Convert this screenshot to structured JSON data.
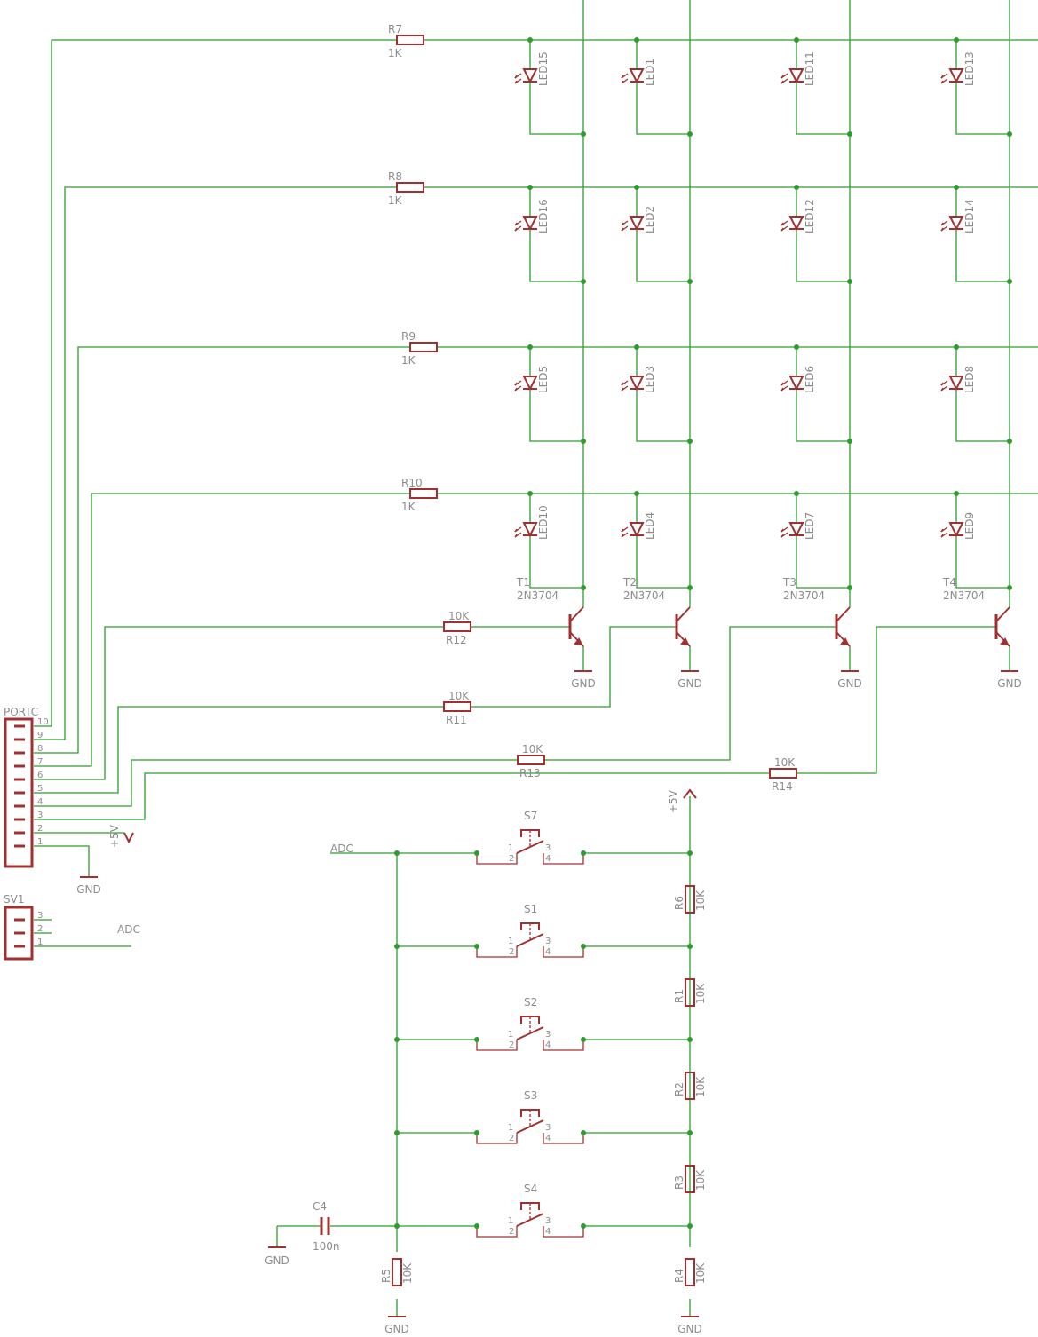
{
  "colors": {
    "wire": "#2e9c2e",
    "part": "#a33030",
    "label": "#8c8c8c",
    "junction": "#2e9c2e"
  },
  "resistors": [
    {
      "name": "R7",
      "value": "1K"
    },
    {
      "name": "R8",
      "value": "1K"
    },
    {
      "name": "R9",
      "value": "1K"
    },
    {
      "name": "R10",
      "value": "1K"
    },
    {
      "name": "R12",
      "value": "10K"
    },
    {
      "name": "R11",
      "value": "10K"
    },
    {
      "name": "R13",
      "value": "10K"
    },
    {
      "name": "R14",
      "value": "10K"
    },
    {
      "name": "R6",
      "value": "10K"
    },
    {
      "name": "R1",
      "value": "10K"
    },
    {
      "name": "R2",
      "value": "10K"
    },
    {
      "name": "R3",
      "value": "10K"
    },
    {
      "name": "R4",
      "value": "10K"
    },
    {
      "name": "R5",
      "value": "10K"
    }
  ],
  "leds": [
    [
      "LED15",
      "LED1",
      "LED11",
      "LED13"
    ],
    [
      "LED16",
      "LED2",
      "LED12",
      "LED14"
    ],
    [
      "LED5",
      "LED3",
      "LED6",
      "LED8"
    ],
    [
      "LED10",
      "LED4",
      "LED7",
      "LED9"
    ]
  ],
  "transistors": [
    {
      "name": "T1",
      "type": "2N3704"
    },
    {
      "name": "T2",
      "type": "2N3704"
    },
    {
      "name": "T3",
      "type": "2N3704"
    },
    {
      "name": "T4",
      "type": "2N3704"
    }
  ],
  "switches": [
    "S7",
    "S1",
    "S2",
    "S3",
    "S4"
  ],
  "switch_pins": [
    "1",
    "2",
    "3",
    "4"
  ],
  "capacitor": {
    "name": "C4",
    "value": "100n"
  },
  "connectors": {
    "portc": {
      "name": "PORTC",
      "pins": [
        "10",
        "9",
        "8",
        "7",
        "6",
        "5",
        "4",
        "3",
        "2",
        "1"
      ]
    },
    "sv1": {
      "name": "SV1",
      "pins": [
        "3",
        "2",
        "1"
      ]
    }
  },
  "nets": {
    "gnd": "GND",
    "vcc": "+5V",
    "adc": "ADC"
  }
}
